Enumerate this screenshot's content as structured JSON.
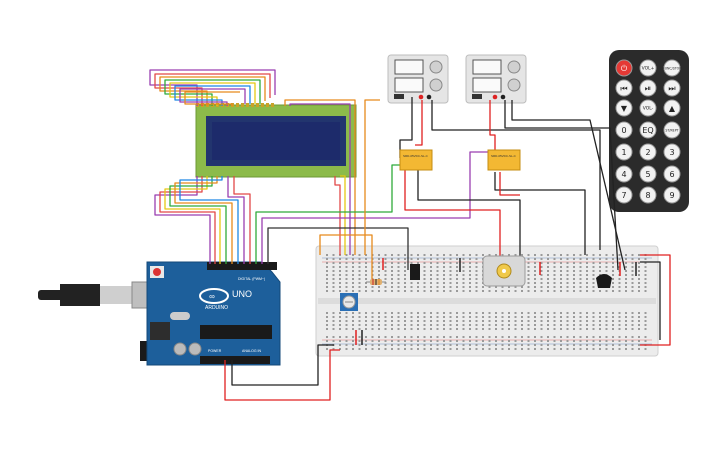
{
  "arduino": {
    "brand": "ARDUINO",
    "model": "UNO",
    "digital_header": "DIGITAL (PWM~)",
    "power_header": "POWER",
    "analog_header": "ANALOG IN"
  },
  "relay_module": {
    "label": "SRD-05VDC-SL-C"
  },
  "remote": {
    "buttons": [
      {
        "label": "⏻",
        "color": "#e53935"
      },
      {
        "label": "VOL+"
      },
      {
        "label": "FUNC/STOP"
      },
      {
        "label": "⏮"
      },
      {
        "label": "⏯"
      },
      {
        "label": "⏭"
      },
      {
        "label": "▼"
      },
      {
        "label": "VOL-"
      },
      {
        "label": "▲"
      },
      {
        "label": "0"
      },
      {
        "label": "EQ"
      },
      {
        "label": "ST/REPT"
      },
      {
        "label": "1"
      },
      {
        "label": "2"
      },
      {
        "label": "3"
      },
      {
        "label": "4"
      },
      {
        "label": "5"
      },
      {
        "label": "6"
      },
      {
        "label": "7"
      },
      {
        "label": "8"
      },
      {
        "label": "9"
      }
    ]
  },
  "colors": {
    "board_blue": "#1d5f9b",
    "breadboard": "#ececec",
    "lcd_green": "#8cbb4a",
    "lcd_screen": "#1d2b6b",
    "relay_yellow": "#f3b833",
    "remote_body": "#2b2b2b",
    "wire_red": "#e02020",
    "wire_black": "#222222"
  }
}
